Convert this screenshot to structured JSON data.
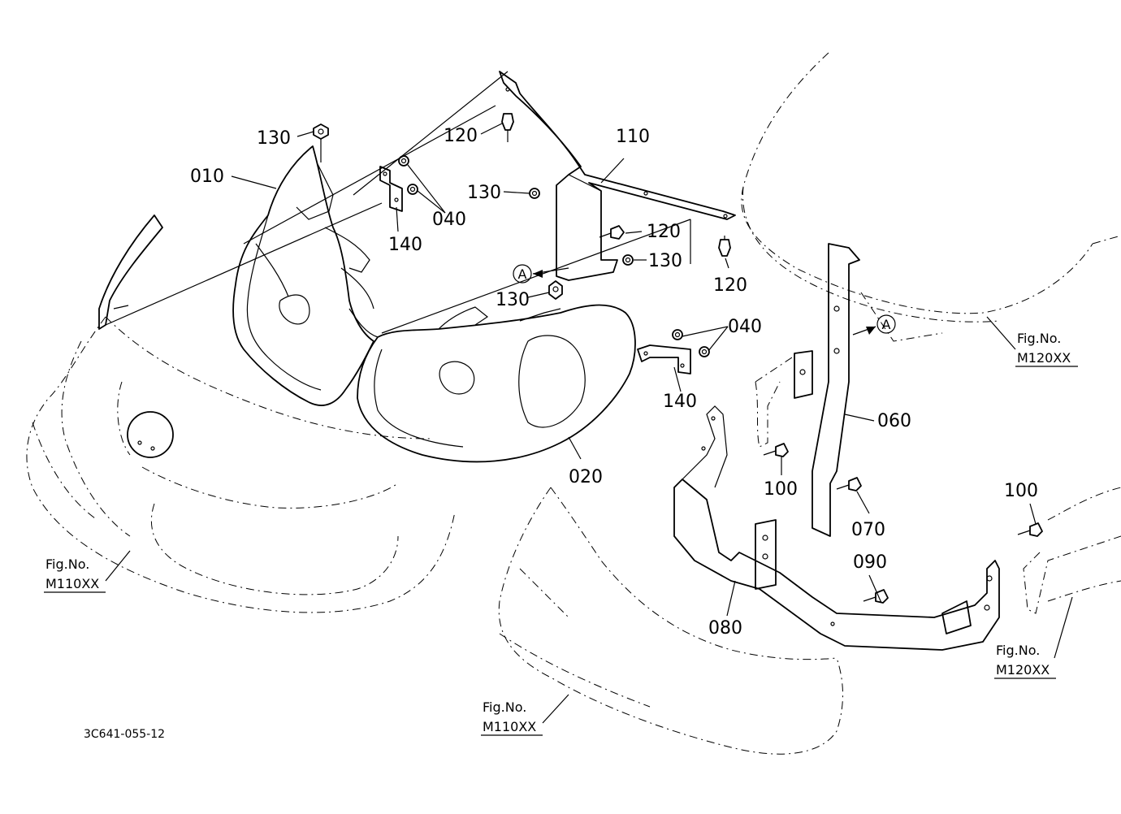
{
  "parts": {
    "p010": "010",
    "p020": "020",
    "p040a": "040",
    "p040b": "040",
    "p060": "060",
    "p070": "070",
    "p080": "080",
    "p090": "090",
    "p100a": "100",
    "p100b": "100",
    "p110": "110",
    "p120a": "120",
    "p120b": "120",
    "p120c": "120",
    "p130a": "130",
    "p130b": "130",
    "p130c": "130",
    "p130d": "130",
    "p140a": "140",
    "p140b": "140"
  },
  "view_markers": {
    "a1": "A",
    "a2": "A"
  },
  "figure_refs": {
    "fig_left": {
      "caption": "Fig.No.",
      "number": "M110XX"
    },
    "fig_bottom": {
      "caption": "Fig.No.",
      "number": "M110XX"
    },
    "fig_top_right": {
      "caption": "Fig.No.",
      "number": "M120XX"
    },
    "fig_bottom_right": {
      "caption": "Fig.No.",
      "number": "M120XX"
    }
  },
  "drawing_code": "3C641-055-12"
}
